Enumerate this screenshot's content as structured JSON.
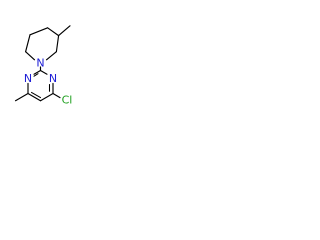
{
  "structure": {
    "atoms": {
      "ring_n_1": "N",
      "ring_n_2": "N",
      "ring_n_3": "N",
      "chlorine": "Cl"
    },
    "colors": {
      "bond": "#000000",
      "nitrogen": "#1f1fd6",
      "chlorine": "#1fa01f"
    }
  }
}
